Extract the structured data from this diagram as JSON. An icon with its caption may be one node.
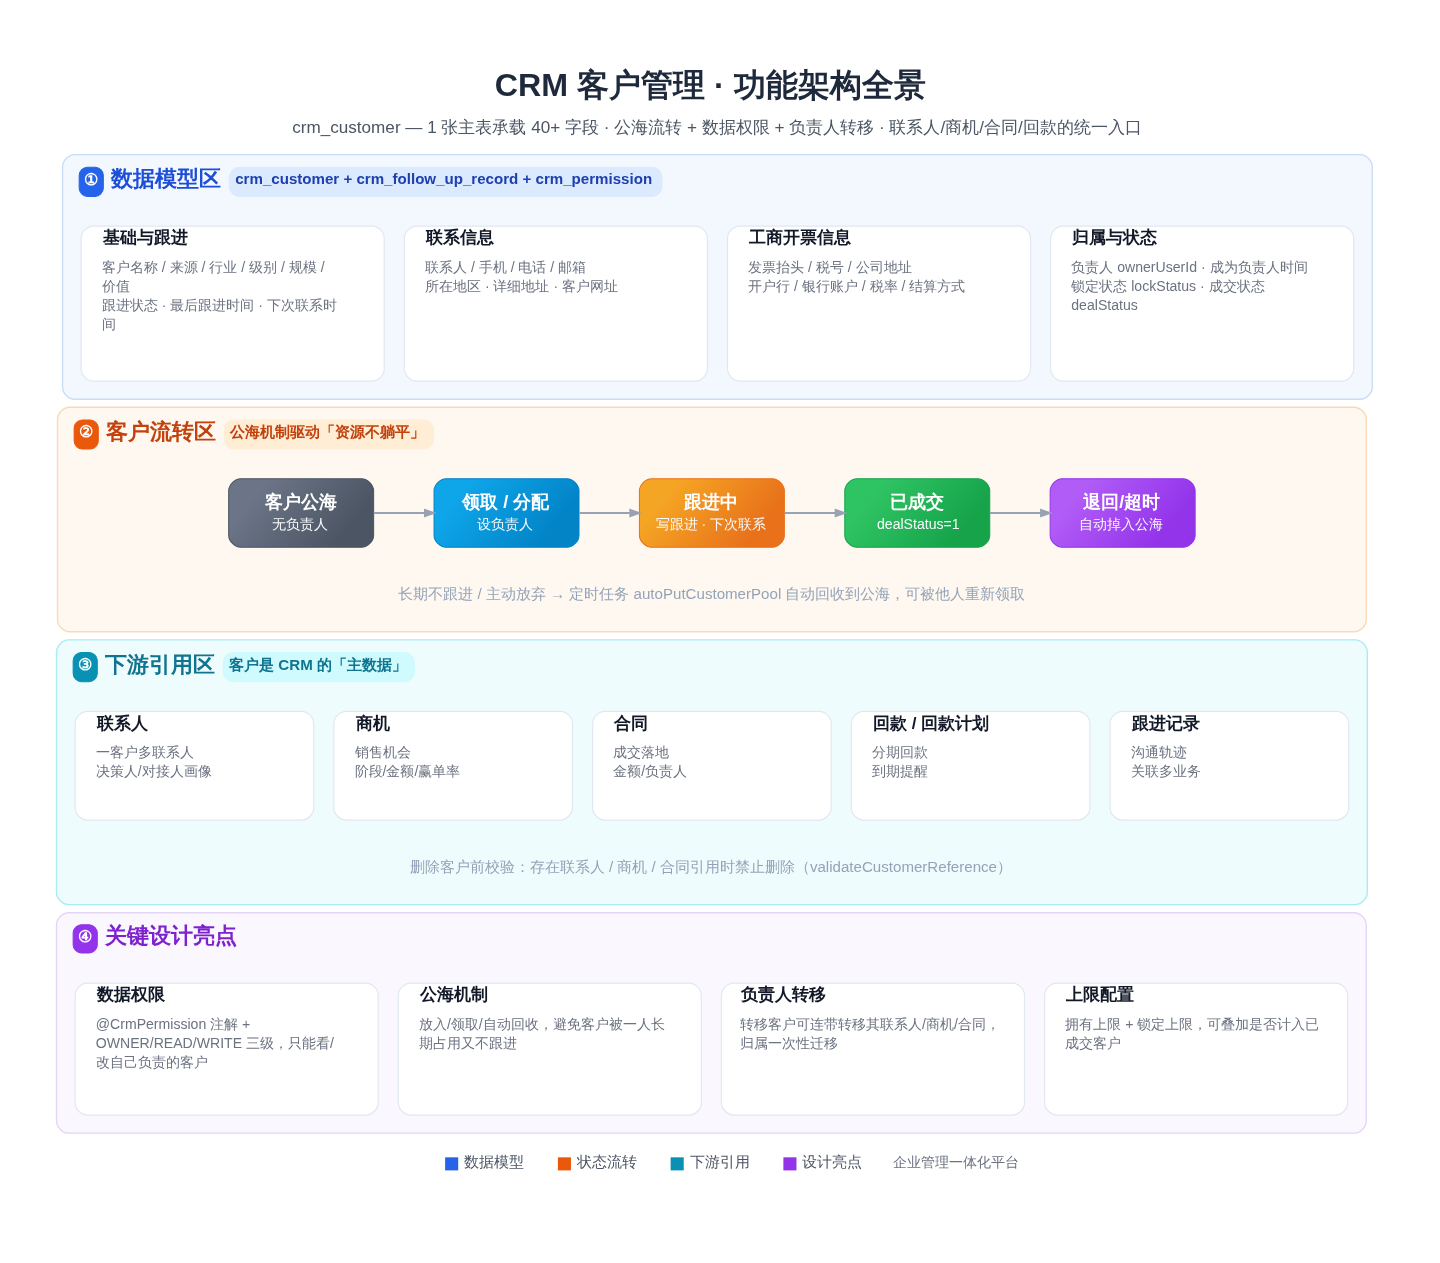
{
  "diagram": {
    "title": "CRM 客户管理 · 功能架构全景",
    "nodes": [
      {
        "text": [
          "①",
          "数据模型区",
          "crm_customer + crm_follow_up_record + crm_permission"
        ]
      },
      {
        "text": [
          "基础与跟进",
          "客户名称 / 来源 / 行业 / 级别 / 规模 / 价值",
          "跟进状态 · 最后跟进时间 · 下次联系时间"
        ],
        "in": 0
      },
      {
        "text": [
          "联系信息",
          "联系人 / 手机 / 电话 / 邮箱",
          "所在地区 · 详细地址 · 客户网址"
        ],
        "in": 0
      },
      {
        "text": [
          "工商开票信息",
          "发票抬头 / 税号 / 公司地址",
          "开户行 / 银行账户 / 税率 / 结算方式"
        ],
        "in": 0
      },
      {
        "text": [
          "归属与状态",
          "负责人 ownerUserId · 成为负责人时间",
          "锁定状态 lockStatus · 成交状态 dealStatus"
        ],
        "in": 0
      },
      {
        "text": [
          "②",
          "客户流转区",
          "公海机制驱动「资源不躺平」"
        ]
      },
      {
        "text": [
          "客户公海",
          "无负责人"
        ],
        "in": 5
      },
      {
        "text": [
          "领取 / 分配",
          "设负责人"
        ],
        "in": 5
      },
      {
        "text": [
          "跟进中",
          "写跟进 · 下次联系"
        ],
        "in": 5
      },
      {
        "text": [
          "已成交",
          "dealStatus=1"
        ],
        "in": 5
      },
      {
        "text": [
          "退回/超时",
          "自动掉入公海"
        ],
        "in": 5
      },
      {
        "text": [
          "③",
          "下游引用区",
          "客户是 CRM 的「主数据」"
        ]
      },
      {
        "text": [
          "联系人",
          "一客户多联系人",
          "决策人/对接人画像"
        ],
        "in": 11
      },
      {
        "text": [
          "商机",
          "销售机会",
          "阶段/金额/赢单率"
        ],
        "in": 11
      },
      {
        "text": [
          "合同",
          "成交落地",
          "金额/负责人"
        ],
        "in": 11
      },
      {
        "text": [
          "回款 / 回款计划",
          "分期回款",
          "到期提醒"
        ],
        "in": 11
      },
      {
        "text": [
          "跟进记录",
          "沟通轨迹",
          "关联多业务"
        ],
        "in": 11
      },
      {
        "text": [
          "④",
          "关键设计亮点"
        ]
      },
      {
        "text": [
          "数据权限",
          "@CrmPermission 注解 + OWNER/READ/WRITE 三级，只能看/改自己负责的客户"
        ],
        "in": 17
      },
      {
        "text": [
          "公海机制",
          "放入/领取/自动回收，避免客户被一人长期占用又不跟进"
        ],
        "in": 17
      },
      {
        "text": [
          "负责人转移",
          "转移客户可连带转移其联系人/商机/合同，归属一次性迁移"
        ],
        "in": 17
      },
      {
        "text": [
          "上限配置",
          "拥有上限 + 锁定上限，可叠加是否计入已成交客户"
        ],
        "in": 17
      }
    ],
    "edges": [
      {
        "from": 6,
        "to": 7,
        "arrow": "to"
      },
      {
        "from": 7,
        "to": 8,
        "arrow": "to"
      },
      {
        "from": 8,
        "to": 9,
        "arrow": "to"
      },
      {
        "from": 9,
        "to": 10,
        "arrow": "to"
      }
    ],
    "labels": [
      "crm_customer — 1 张主表承载 40+ 字段 · 公海流转 + 数据权限 + 负责人转移 · 联系人/商机/合同/回款的统一入口",
      "长期不跟进 / 主动放弃 → 定时任务 autoPutCustomerPool 自动回收到公海，可被他人重新领取",
      "删除客户前校验：存在联系人 / 商机 / 合同引用时禁止删除（validateCustomerReference）",
      "企业管理一体化平台"
    ],
    "legend": [
      {
        "text": "数据模型",
        "color": "#2563eb"
      },
      {
        "text": "状态流转",
        "color": "#ea580c"
      },
      {
        "text": "下游引用",
        "color": "#0891b2"
      },
      {
        "text": "设计亮点",
        "color": "#9333ea"
      }
    ]
  }
}
